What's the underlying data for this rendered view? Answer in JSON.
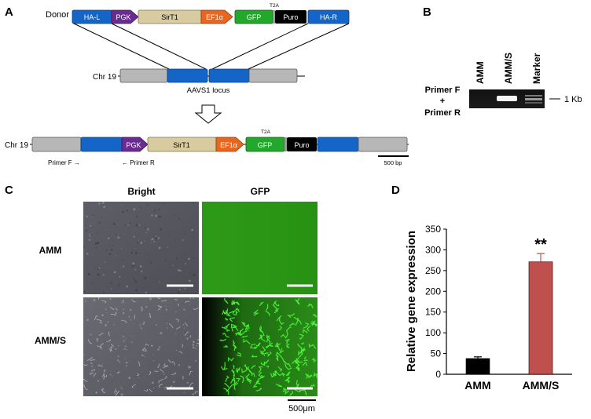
{
  "panel_labels": {
    "a": "A",
    "b": "B",
    "c": "C",
    "d": "D"
  },
  "panel_a": {
    "donor_label": "Donor",
    "donor_segments": [
      "HA-L",
      "PGK",
      "SirT1",
      "EF1α",
      "GFP",
      "Puro",
      "HA-R"
    ],
    "t2a_label": "T2A",
    "chr_label": "Chr 19",
    "locus_label": "AAVS1 locus",
    "edited_chr_label": "Chr 19",
    "edited_segments": [
      "PGK",
      "SirT1",
      "EF1α",
      "GFP",
      "Puro"
    ],
    "edited_t2a_label": "T2A",
    "primer_f": "Primer F →",
    "primer_r": "← Primer R",
    "scale_label": "500 bp",
    "colors": {
      "homology_arm": "#1565c8",
      "pgk": "#6a2c91",
      "sirt1": "#d8cba0",
      "ef1a": "#e8661e",
      "gfp": "#22a82a",
      "puro": "#000000",
      "chromosome": "#b7b7b7"
    }
  },
  "panel_b": {
    "lanes": [
      "AMM",
      "AMM/S",
      "Marker"
    ],
    "row_label_lines": [
      "Primer F",
      "+",
      "Primer R"
    ],
    "size_label": "1 Kb"
  },
  "panel_c": {
    "columns": [
      "Bright",
      "GFP"
    ],
    "rows": [
      "AMM",
      "AMM/S"
    ],
    "scale_label": "500μm",
    "colors": {
      "gfp_field": "#2b8f18",
      "gfp_filament": "#4dff3a",
      "bright_field": "#55555e"
    }
  },
  "panel_d": {
    "chart_data": {
      "type": "bar",
      "categories": [
        "AMM",
        "AMM/S"
      ],
      "values": [
        38,
        271
      ],
      "errors": [
        4,
        20
      ],
      "ylabel": "Relative gene expression",
      "xlabel": "",
      "ylim": [
        0,
        350
      ],
      "yticks": [
        0,
        50,
        100,
        150,
        200,
        250,
        300,
        350
      ],
      "significance": [
        "",
        "**"
      ],
      "bar_colors": [
        "#000000",
        "#c0504d"
      ],
      "grid": false
    }
  }
}
